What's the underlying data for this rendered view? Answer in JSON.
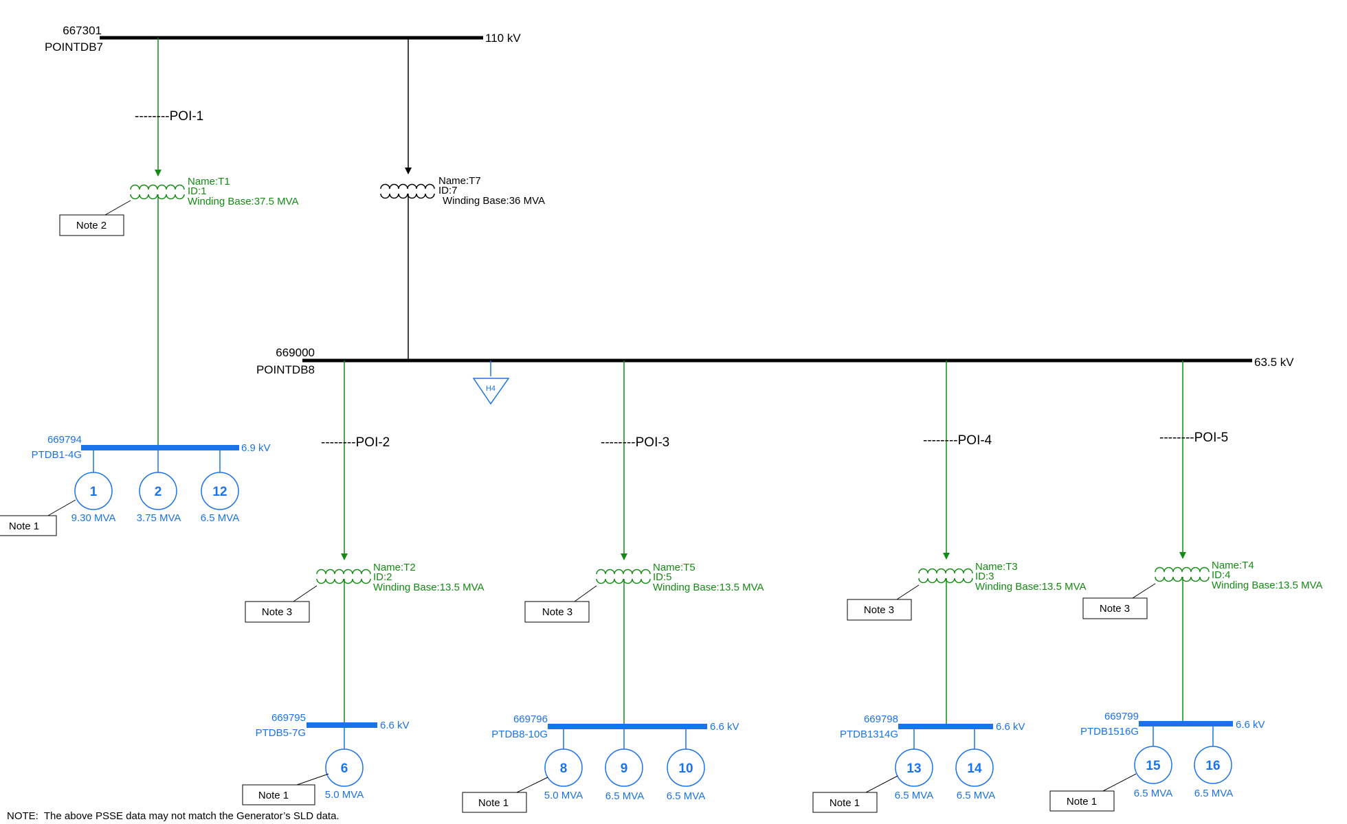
{
  "colors": {
    "black": "#000000",
    "green": "#138a13",
    "blue": "#1a73e8"
  },
  "main_buses": {
    "b110": {
      "number": "667301",
      "name": "POINTDB7",
      "kv": "110 kV"
    },
    "b635": {
      "number": "669000",
      "name": "POINTDB8",
      "kv": "63.5 kV"
    }
  },
  "load_label": "H4",
  "poi_labels": [
    "--------POI-1",
    "--------POI-2",
    "--------POI-3",
    "--------POI-4",
    "--------POI-5"
  ],
  "transformers": [
    {
      "name": "Name:T1",
      "id": "ID:1",
      "base": "Winding Base:37.5 MVA"
    },
    {
      "name": "Name:T7",
      "id": "ID:7",
      "base": "Winding Base:36 MVA"
    },
    {
      "name": "Name:T2",
      "id": "ID:2",
      "base": "Winding Base:13.5 MVA"
    },
    {
      "name": "Name:T5",
      "id": "ID:5",
      "base": "Winding Base:13.5 MVA"
    },
    {
      "name": "Name:T3",
      "id": "ID:3",
      "base": "Winding Base:13.5 MVA"
    },
    {
      "name": "Name:T4",
      "id": "ID:4",
      "base": "Winding Base:13.5 MVA"
    }
  ],
  "gen_buses": [
    {
      "number": "669794",
      "name": "PTDB1-4G",
      "kv": "6.9 kV"
    },
    {
      "number": "669795",
      "name": "PTDB5-7G",
      "kv": "6.6 kV"
    },
    {
      "number": "669796",
      "name": "PTDB8-10G",
      "kv": "6.6 kV"
    },
    {
      "number": "669798",
      "name": "PTDB1314G",
      "kv": "6.6 kV"
    },
    {
      "number": "669799",
      "name": "PTDB1516G",
      "kv": "6.6 kV"
    }
  ],
  "generators": [
    {
      "id": "1",
      "mva": "9.30 MVA"
    },
    {
      "id": "2",
      "mva": "3.75 MVA"
    },
    {
      "id": "12",
      "mva": "6.5 MVA"
    },
    {
      "id": "6",
      "mva": "5.0 MVA"
    },
    {
      "id": "8",
      "mva": "5.0 MVA"
    },
    {
      "id": "9",
      "mva": "6.5 MVA"
    },
    {
      "id": "10",
      "mva": "6.5 MVA"
    },
    {
      "id": "13",
      "mva": "6.5 MVA"
    },
    {
      "id": "14",
      "mva": "6.5 MVA"
    },
    {
      "id": "15",
      "mva": "6.5 MVA"
    },
    {
      "id": "16",
      "mva": "6.5 MVA"
    }
  ],
  "notes": {
    "note1": "Note 1",
    "note2": "Note 2",
    "note3": "Note 3"
  },
  "footer_note": "NOTE:  The above PSSE data may not match the Generator’s SLD data."
}
